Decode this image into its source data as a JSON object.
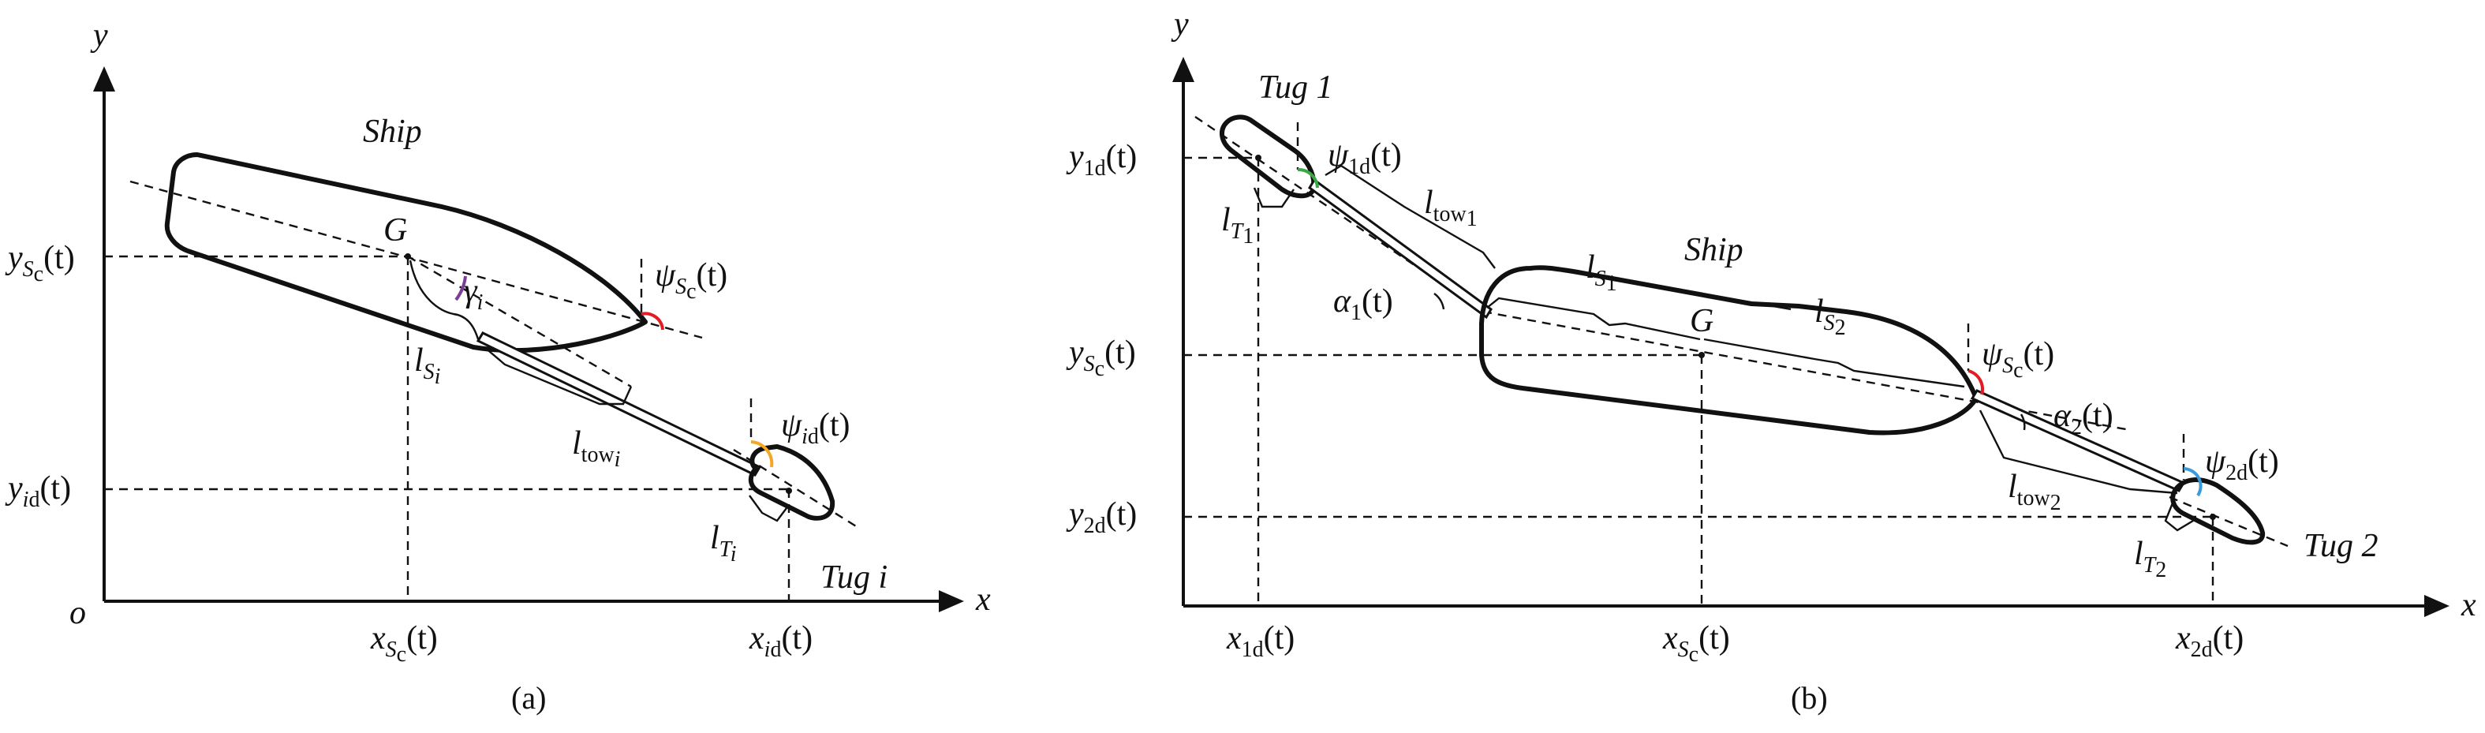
{
  "panel_a": {
    "caption": "(a)",
    "axis_x": "x",
    "axis_y": "y",
    "origin": "o",
    "ship_label": "Ship",
    "center_label": "G",
    "tug_label": "Tug i",
    "x_ship": {
      "main": "x",
      "sub1": "S",
      "sub2": "c",
      "arg": "(t)"
    },
    "x_tug": {
      "main": "x",
      "sub1": "i",
      "sub2": "d",
      "arg": "(t)"
    },
    "y_ship": {
      "main": "y",
      "sub1": "S",
      "sub2": "c",
      "arg": "(t)"
    },
    "y_tug": {
      "main": "y",
      "sub1": "i",
      "sub2": "d",
      "arg": "(t)"
    },
    "psi_ship": {
      "main": "ψ",
      "sub1": "S",
      "sub2": "c",
      "arg": "(t)"
    },
    "psi_tug": {
      "main": "ψ",
      "sub1": "i",
      "sub2": "d",
      "arg": "(t)"
    },
    "gamma": {
      "main": "γ",
      "sub": "i"
    },
    "l_ship": {
      "main": "l",
      "sub1": "S",
      "sub2": "i"
    },
    "l_tow": {
      "main": "l",
      "sub1": "tow",
      "sub2": "i"
    },
    "l_tug": {
      "main": "l",
      "sub1": "T",
      "sub2": "i"
    }
  },
  "panel_b": {
    "caption": "(b)",
    "axis_x": "x",
    "axis_y": "y",
    "ship_label": "Ship",
    "center_label": "G",
    "tug1_label": "Tug 1",
    "tug2_label": "Tug 2",
    "x_tug1": {
      "main": "x",
      "sub1": "1",
      "sub2": "d",
      "arg": "(t)"
    },
    "x_ship": {
      "main": "x",
      "sub1": "S",
      "sub2": "c",
      "arg": "(t)"
    },
    "x_tug2": {
      "main": "x",
      "sub1": "2",
      "sub2": "d",
      "arg": "(t)"
    },
    "y_tug1": {
      "main": "y",
      "sub1": "1",
      "sub2": "d",
      "arg": "(t)"
    },
    "y_ship": {
      "main": "y",
      "sub1": "S",
      "sub2": "c",
      "arg": "(t)"
    },
    "y_tug2": {
      "main": "y",
      "sub1": "2",
      "sub2": "d",
      "arg": "(t)"
    },
    "psi_tug1": {
      "main": "ψ",
      "sub1": "1",
      "sub2": "d",
      "arg": "(t)"
    },
    "psi_ship": {
      "main": "ψ",
      "sub1": "S",
      "sub2": "c",
      "arg": "(t)"
    },
    "psi_tug2": {
      "main": "ψ",
      "sub1": "2",
      "sub2": "d",
      "arg": "(t)"
    },
    "alpha1": {
      "main": "α",
      "sub": "1",
      "arg": "(t)"
    },
    "alpha2": {
      "main": "α",
      "sub": "2",
      "arg": "(t)"
    },
    "l_tow1": {
      "main": "l",
      "sub1": "tow",
      "sub2": "1"
    },
    "l_tow2": {
      "main": "l",
      "sub1": "tow",
      "sub2": "2"
    },
    "l_s1": {
      "main": "l",
      "sub1": "S",
      "sub2": "1"
    },
    "l_s2": {
      "main": "l",
      "sub1": "S",
      "sub2": "2"
    },
    "l_t1": {
      "main": "l",
      "sub1": "T",
      "sub2": "1"
    },
    "l_t2": {
      "main": "l",
      "sub1": "T",
      "sub2": "2"
    }
  },
  "colors": {
    "psi_ship_arc": "#e31b23",
    "psi_tug_a_arc": "#f5a623",
    "gamma_arc": "#7b3f98",
    "psi_tug1_arc": "#3aa845",
    "psi_tug2_arc": "#3b9ad9",
    "line": "#111111"
  }
}
